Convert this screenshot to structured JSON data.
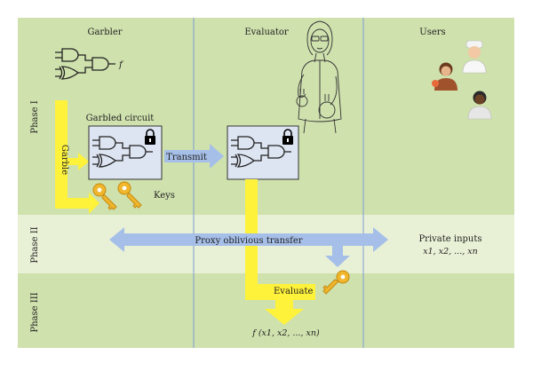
{
  "columns": {
    "garbler": "Garbler",
    "evaluator": "Evaluator",
    "users": "Users"
  },
  "phases": {
    "phase1": "Phase I",
    "phase2": "Phase II",
    "phase3": "Phase III"
  },
  "labels": {
    "f": "f",
    "garbled_circuit": "Garbled circuit",
    "garble": "Garble",
    "transmit": "Transmit",
    "keys": "Keys",
    "proxy_ot": "Proxy oblivious transfer",
    "private_inputs": "Private inputs",
    "private_inputs_vars": "x1, x2, ..., xn",
    "evaluate": "Evaluate",
    "output": "f (x1, x2, ..., xn)"
  },
  "colors": {
    "phase1_bg": "#cfe1ad",
    "phase2_bg": "#e8f1d6",
    "phase3_bg": "#cfe1ad",
    "divider": "#7b9ad3",
    "yellow_arrow": "#fff23a",
    "blue_arrow": "#a6bfe8",
    "box_fill": "#dde5f2",
    "key_color": "#f0b62c"
  },
  "icons": [
    "logic-gates-icon",
    "padlock-icon",
    "key-icon",
    "scientist-icon",
    "user-avatar-icon"
  ]
}
